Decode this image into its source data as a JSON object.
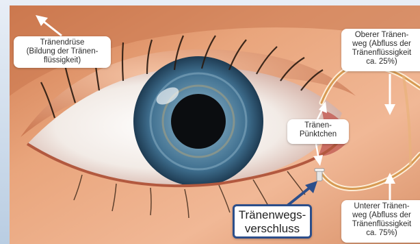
{
  "labels": {
    "lacrimal_gland": [
      "Tränendrüse",
      "(Bildung der Tränen-",
      "flüssigkeit)"
    ],
    "upper_duct": [
      "Oberer Tränen-",
      "weg (Abfluss der",
      "Tränenflüssigkeit",
      "ca. 25%)"
    ],
    "puncta": [
      "Tränen-",
      "Pünktchen"
    ],
    "lower_duct": [
      "Unterer Tränen-",
      "weg (Abfluss der",
      "Tränenflüssigkeit",
      "ca. 75%)"
    ],
    "occlusion": [
      "Tränenwegs-",
      "verschluss"
    ]
  },
  "colors": {
    "occlusion_border": "#2c4e8a",
    "arrow": "#ffffff",
    "iris": "#3f6f8f"
  },
  "icons": [
    "lacrimal-gland-arrow",
    "upper-duct-arrow",
    "lower-duct-arrow",
    "puncta-arrows",
    "occlusion-arrow"
  ]
}
